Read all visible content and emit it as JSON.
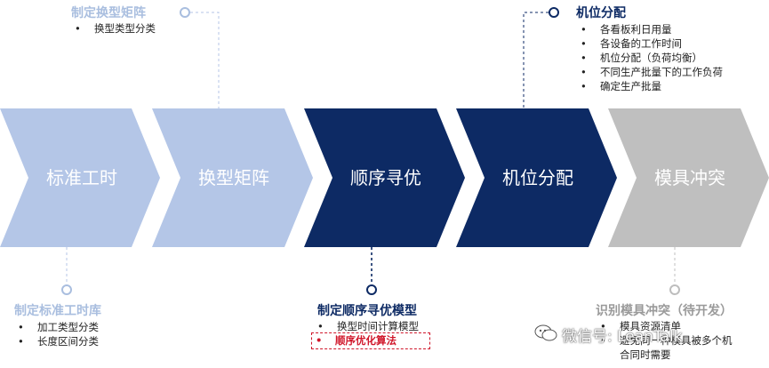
{
  "colors": {
    "light_blue": "#b4c6e7",
    "dark_navy": "#0d2a64",
    "gray": "#bfbfbf",
    "red": "#d0162a"
  },
  "stages": [
    {
      "label": "标准工时"
    },
    {
      "label": "换型矩阵"
    },
    {
      "label": "顺序寻优"
    },
    {
      "label": "机位分配"
    },
    {
      "label": "模具冲突"
    }
  ],
  "callouts": {
    "changeover": {
      "title": "制定换型矩阵",
      "items": [
        "换型类型分类"
      ]
    },
    "position": {
      "title": "机位分配",
      "items": [
        "各看板利日用量",
        "各设备的工作时间",
        "机位分配（负荷均衡）",
        "不同生产批量下的工作负荷",
        "确定生产批量"
      ]
    },
    "standard": {
      "title": "制定标准工时库",
      "items": [
        "加工类型分类",
        "长度区间分类"
      ]
    },
    "sequence": {
      "title": "制定顺序寻优模型",
      "items": [
        "换型时间计算模型",
        "顺序优化算法"
      ]
    },
    "mold": {
      "title": "识别模具冲突（待开发）",
      "items": [
        "模具资源清单",
        "避免同一种模具被多个机",
        "合同时需要"
      ]
    }
  },
  "watermark": {
    "text": "微信号: LeanTalk"
  }
}
